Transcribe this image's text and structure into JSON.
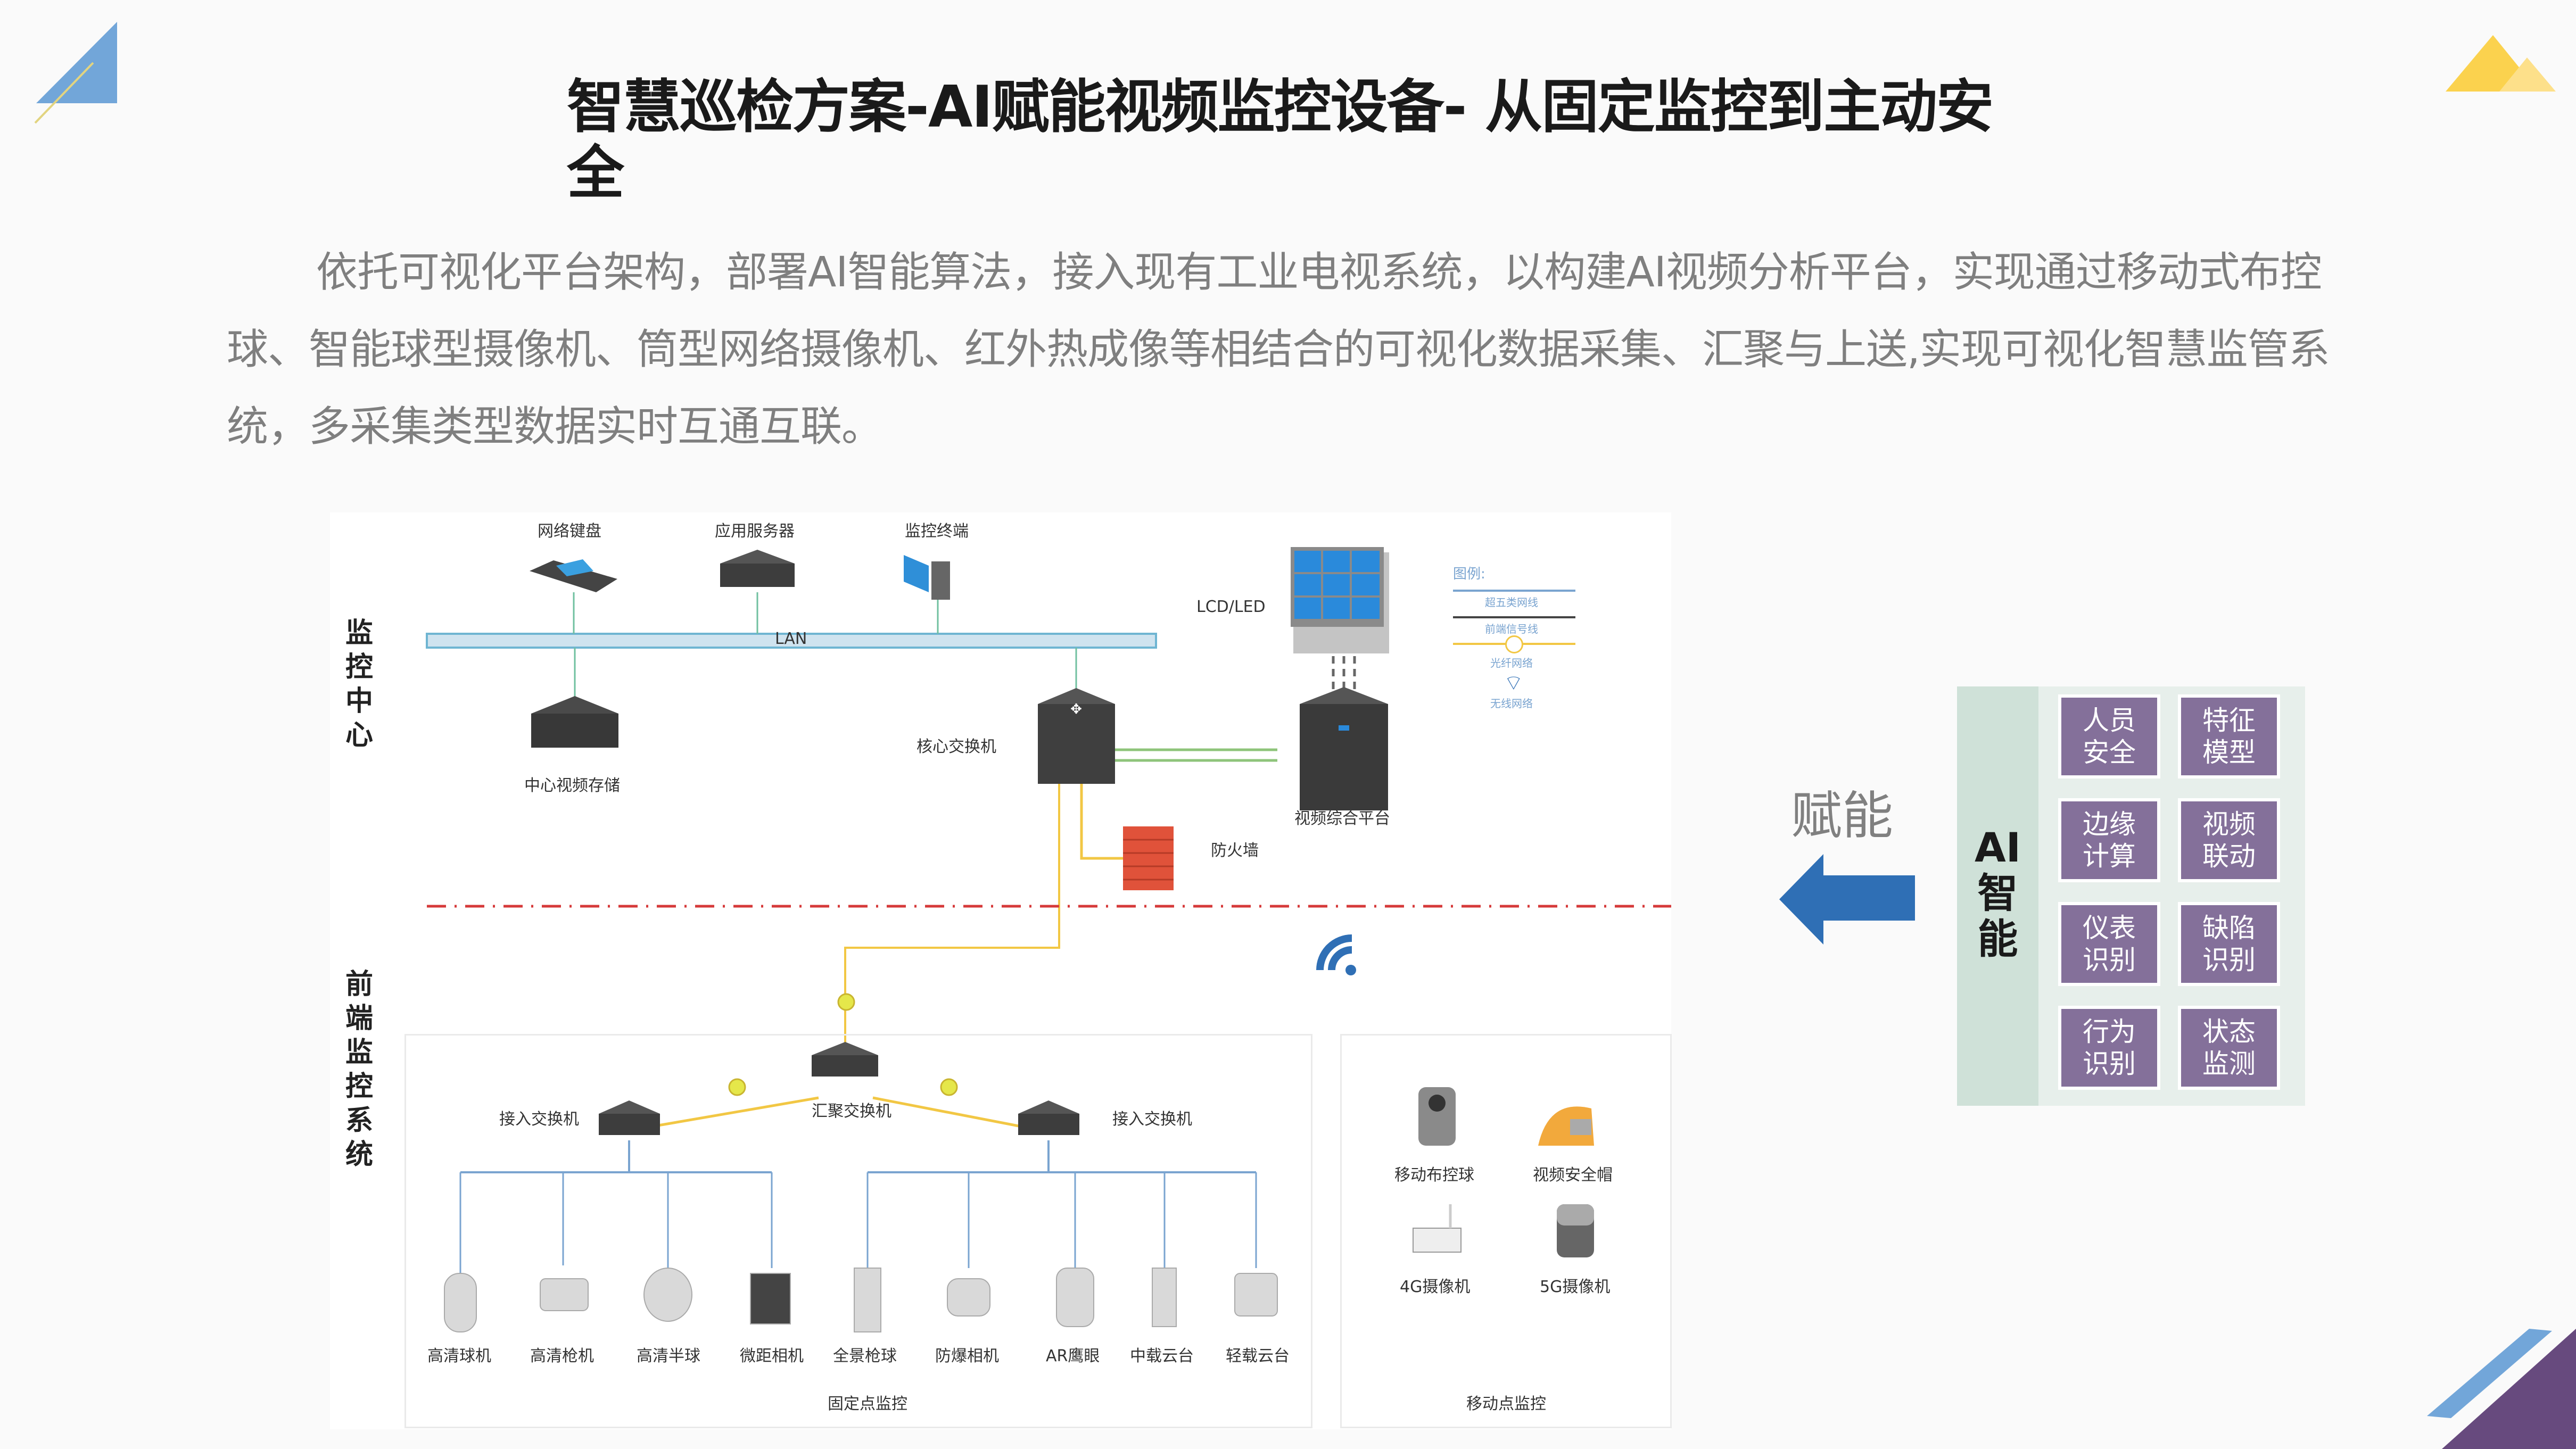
{
  "title": "智慧巡检方案-AI赋能视频监控设备- 从固定监控到主动安全",
  "paragraph": "依托可视化平台架构，部署AI智能算法，接入现有工业电视系统，以构建AI视频分析平台，实现通过移动式布控球、智能球型摄像机、筒型网络摄像机、红外热成像等相结合的可视化数据采集、汇聚与上送,实现可视化智慧监管系统，多采集类型数据实时互通互联。",
  "diagram": {
    "sections": {
      "control_center": "监控中心",
      "frontend": "前端监控系统"
    },
    "control_center": {
      "top_devices": [
        "网络键盘",
        "应用服务器",
        "监控终端"
      ],
      "lan_label": "LAN",
      "storage": "中心视频存储",
      "core_switch": "核心交换机",
      "display": "LCD/LED",
      "platform": "视频综合平台",
      "firewall": "防火墙"
    },
    "legend": {
      "title": "图例:",
      "items": [
        "超五类网线",
        "前端信号线",
        "光纤网络",
        "无线网络"
      ]
    },
    "frontend": {
      "aggregation_switch": "汇聚交换机",
      "access_switch_left": "接入交换机",
      "access_switch_right": "接入交换机",
      "fixed_cameras": [
        "高清球机",
        "高清枪机",
        "高清半球",
        "微距相机",
        "全景枪球",
        "防爆相机",
        "AR鹰眼",
        "中载云台",
        "轻载云台"
      ],
      "fixed_group_label": "固定点监控",
      "mobile_devices": [
        "移动布控球",
        "视频安全帽",
        "4G摄像机",
        "5G摄像机"
      ],
      "mobile_group_label": "移动点监控"
    }
  },
  "empower_label": "赋能",
  "ai_panel": {
    "title": "AI智能",
    "title_lines": [
      "AI",
      "智",
      "能"
    ],
    "cells": [
      "人员\n安全",
      "特征\n模型",
      "边缘\n计算",
      "视频\n联动",
      "仪表\n识别",
      "缺陷\n识别",
      "行为\n识别",
      "状态\n监测"
    ]
  },
  "colors": {
    "accent_blue": "#2f6fb5",
    "ai_cell": "#84709a",
    "ai_side": "#cfe1d8",
    "fiber": "#f2c744",
    "boundary": "#d63a3a",
    "corner_purple": "#674a7e",
    "corner_blue": "#72a6d9",
    "corner_yellow": "#fbd24e"
  }
}
